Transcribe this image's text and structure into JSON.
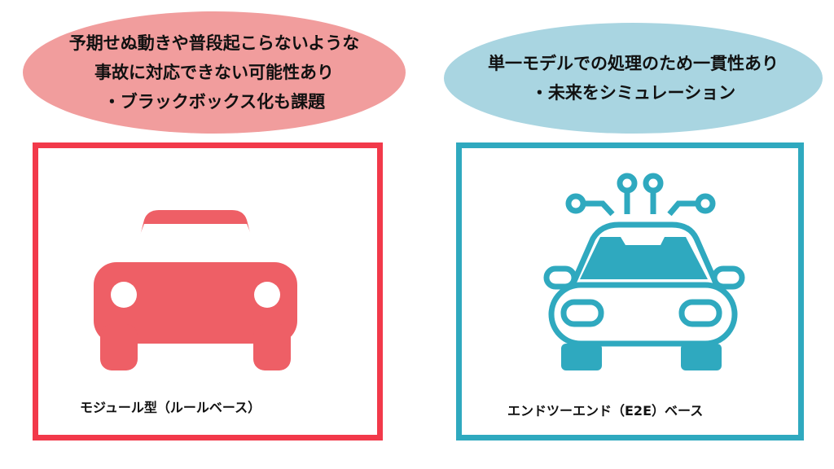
{
  "left": {
    "bubble_lines": [
      "予期せぬ動きや普段起こらないような",
      "事故に対応できない可能性あり",
      "・ブラックボックス化も課題"
    ],
    "label": "モジュール型（ルールベース）",
    "icon": "car-icon",
    "color": "#f2394a"
  },
  "right": {
    "bubble_lines": [
      "単一モデルでの処理のため一貫性あり",
      "・未来をシミュレーション"
    ],
    "label": "エンドツーエンド（E2E）ベース",
    "icon": "ai-car-icon",
    "color": "#2fa9bf"
  }
}
